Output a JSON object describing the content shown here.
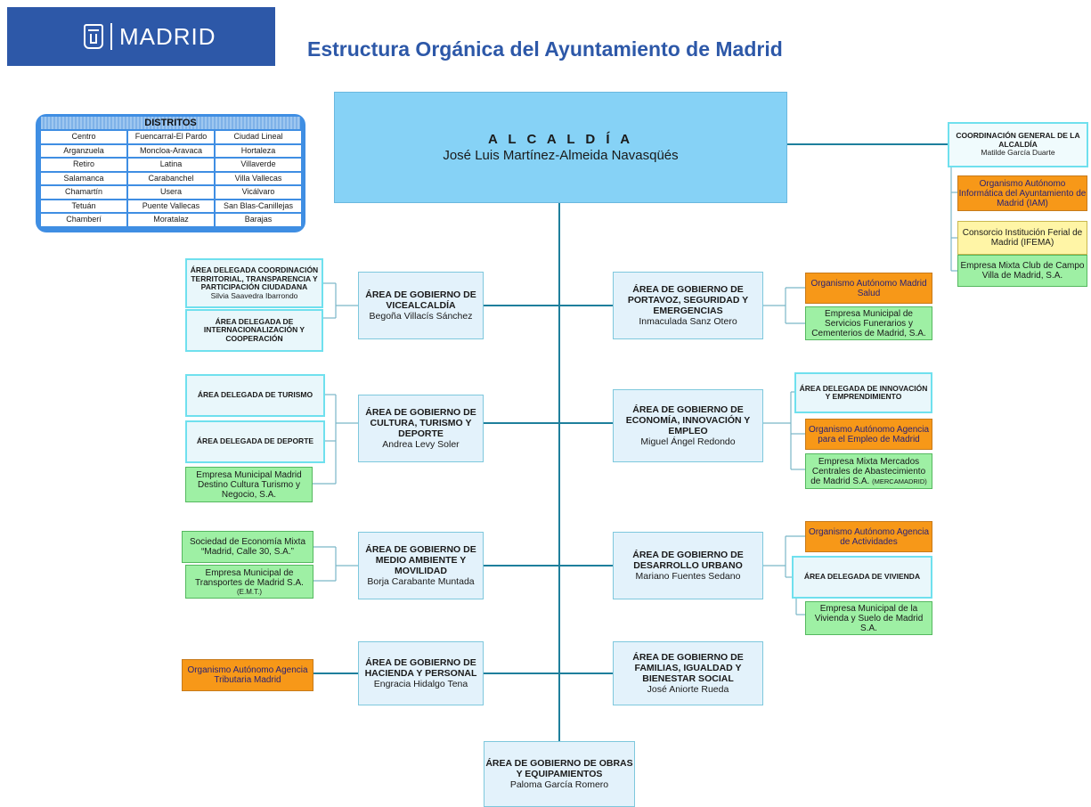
{
  "logo": {
    "text": "MADRID"
  },
  "title": "Estructura Orgánica del Ayuntamiento de Madrid",
  "distritos": {
    "title": "DISTRITOS",
    "items": [
      "Centro",
      "Fuencarral-El Pardo",
      "Ciudad Lineal",
      "Arganzuela",
      "Moncloa-Aravaca",
      "Hortaleza",
      "Retiro",
      "Latina",
      "Villaverde",
      "Salamanca",
      "Carabanchel",
      "Villa Vallecas",
      "Chamartín",
      "Usera",
      "Vicálvaro",
      "Tetuán",
      "Puente Vallecas",
      "San Blas-Canillejas",
      "Chamberí",
      "Moratalaz",
      "Barajas"
    ]
  },
  "alcaldia": {
    "title": "A L C A L D Í A",
    "person": "José Luis Martínez-Almeida Navasqüés"
  },
  "coordinacion": {
    "title": "COORDINACIÓN GENERAL DE LA ALCALDÍA",
    "person": "Matilde García Duarte"
  },
  "alc_entities": {
    "iam": "Organismo Autónomo Informática del Ayuntamiento de Madrid (IAM)",
    "ifema": "Consorcio Institución Ferial de Madrid (IFEMA)",
    "club": "Empresa Mixta Club de Campo Villa de Madrid, S.A."
  },
  "areas": {
    "vice": {
      "title": "ÁREA DE GOBIERNO DE VICEALCALDÍA",
      "person": "Begoña Villacís Sánchez"
    },
    "portavoz": {
      "title": "ÁREA DE GOBIERNO DE PORTAVOZ, SEGURIDAD Y EMERGENCIAS",
      "person": "Inmaculada Sanz Otero"
    },
    "cultura": {
      "title": "ÁREA DE GOBIERNO DE CULTURA, TURISMO Y DEPORTE",
      "person": "Andrea Levy Soler"
    },
    "economia": {
      "title": "ÁREA DE GOBIERNO DE ECONOMÍA, INNOVACIÓN Y EMPLEO",
      "person": "Miguel Ángel Redondo"
    },
    "medio": {
      "title": "ÁREA DE GOBIERNO DE MEDIO AMBIENTE Y MOVILIDAD",
      "person": "Borja Carabante Muntada"
    },
    "desarrollo": {
      "title": "ÁREA DE GOBIERNO DE DESARROLLO URBANO",
      "person": "Mariano Fuentes Sedano"
    },
    "hacienda": {
      "title": "ÁREA DE GOBIERNO DE HACIENDA Y PERSONAL",
      "person": "Engracia Hidalgo Tena"
    },
    "familias": {
      "title": "ÁREA DE GOBIERNO DE FAMILIAS, IGUALDAD Y BIENESTAR SOCIAL",
      "person": "José Aniorte Rueda"
    },
    "obras": {
      "title": "ÁREA DE GOBIERNO DE OBRAS Y EQUIPAMIENTOS",
      "person": "Paloma García Romero"
    }
  },
  "sub": {
    "coord_territorial": {
      "title": "ÁREA DELEGADA COORDINACIÓN TERRITORIAL, TRANSPARENCIA Y PARTICIPACIÓN CIUDADANA",
      "person": "Silvia Saavedra Ibarrondo"
    },
    "internacional": "ÁREA DELEGADA DE INTERNACIONALIZACIÓN Y COOPERACIÓN",
    "madrid_salud": "Organismo Autónomo Madrid Salud",
    "funerarios": "Empresa Municipal de Servicios Funerarios y Cementerios de Madrid, S.A.",
    "turismo": "ÁREA DELEGADA DE TURISMO",
    "deporte": "ÁREA DELEGADA DE DEPORTE",
    "destino": "Empresa Municipal Madrid Destino Cultura Turismo y Negocio, S.A.",
    "innovacion": "ÁREA DELEGADA DE INNOVACIÓN Y EMPRENDIMIENTO",
    "agencia_empleo": "Organismo Autónomo Agencia para el Empleo de Madrid",
    "mercamadrid": "Empresa Mixta Mercados Centrales de Abastecimiento de Madrid S.A.",
    "mercamadrid_small": "(MERCAMADRID)",
    "calle30": "Sociedad de Economía Mixta “Madrid, Calle 30, S.A.”",
    "emt": "Empresa Municipal de Transportes de Madrid S.A.",
    "emt_small": "(E.M.T.)",
    "actividades": "Organismo Autónomo Agencia de Actividades",
    "vivienda": "ÁREA DELEGADA DE VIVIENDA",
    "emvs": "Empresa Municipal de la Vivienda y Suelo de Madrid S.A.",
    "tributaria": "Organismo Autónomo Agencia Tributaria Madrid"
  },
  "colors": {
    "brand": "#2d58a8",
    "alcaldia": "#86d2f6",
    "line": "#1e7f9c",
    "orange": "#f79818",
    "green": "#9ef0a4",
    "yellow": "#fff5a6"
  }
}
